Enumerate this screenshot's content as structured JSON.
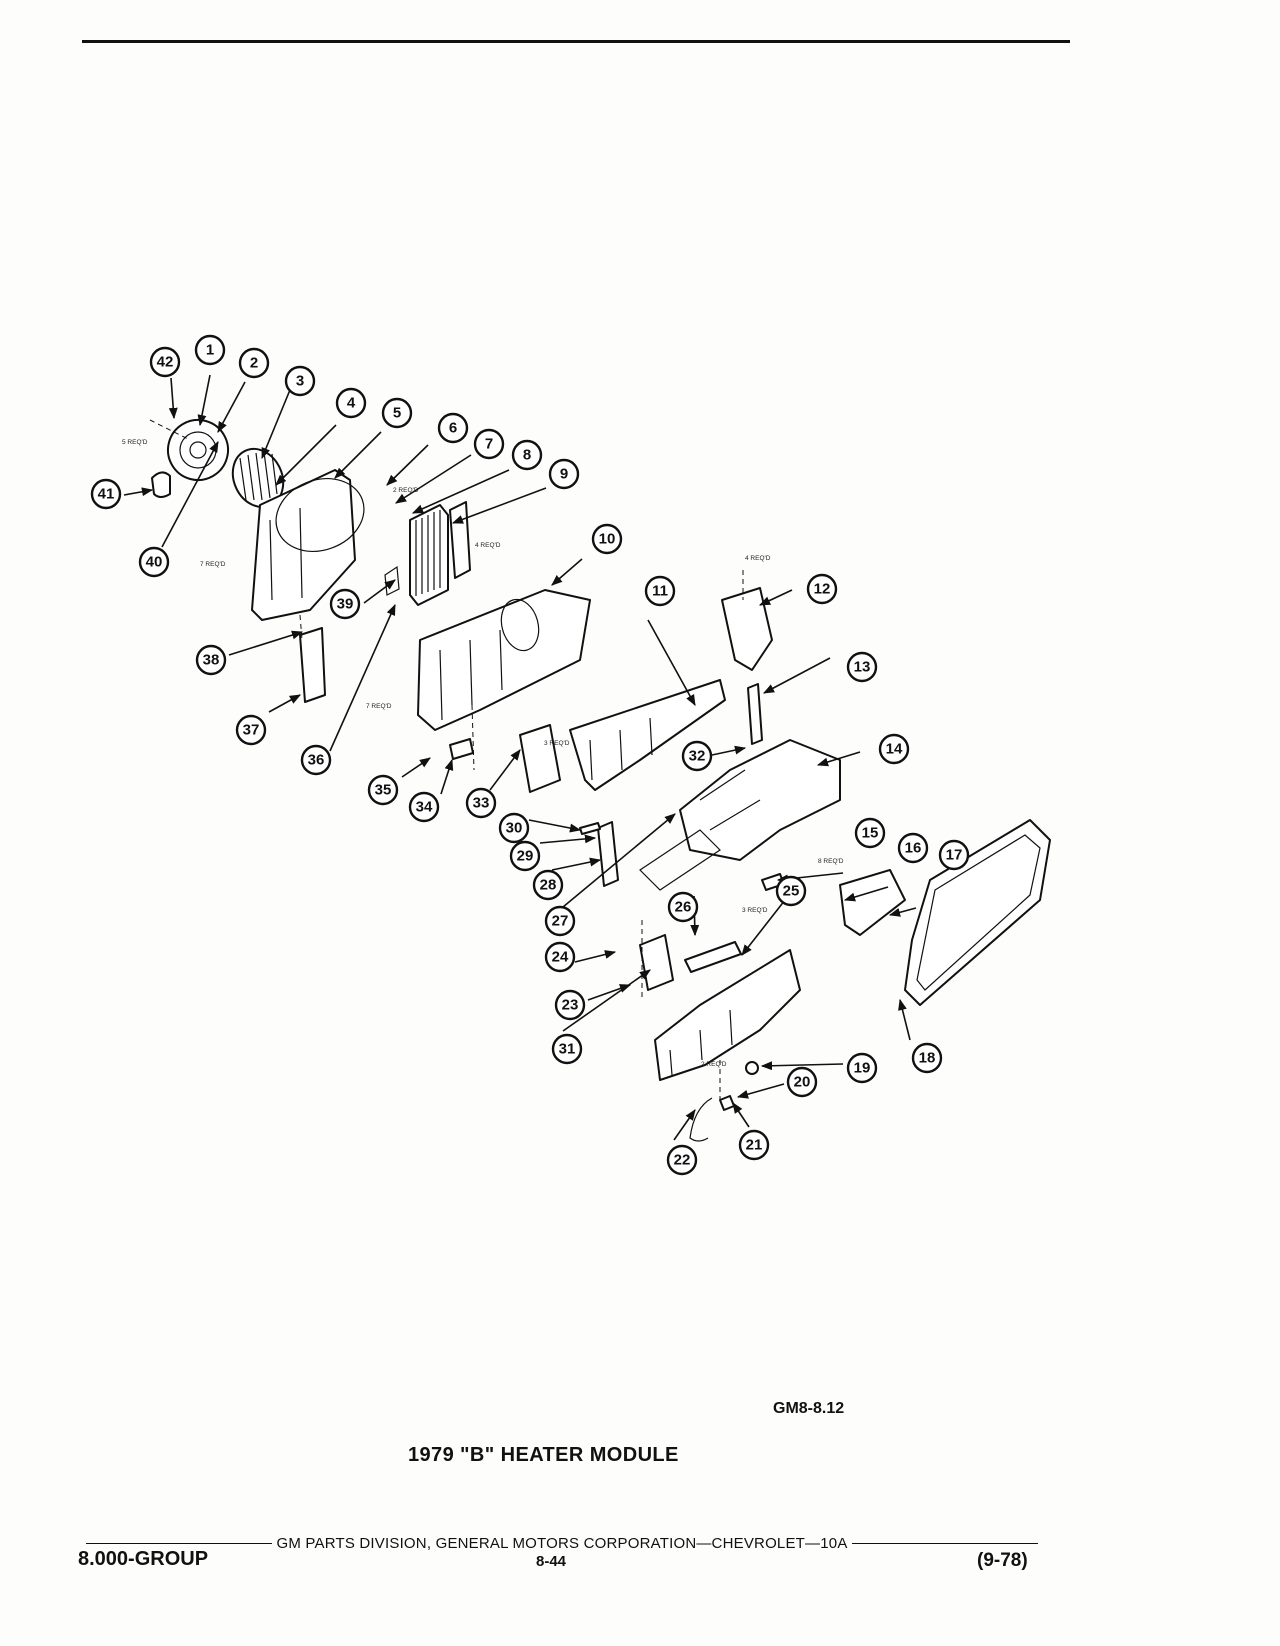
{
  "callouts": [
    {
      "id": "1",
      "label": "1"
    },
    {
      "id": "2",
      "label": "2"
    },
    {
      "id": "3",
      "label": "3"
    },
    {
      "id": "4",
      "label": "4"
    },
    {
      "id": "5",
      "label": "5"
    },
    {
      "id": "6",
      "label": "6"
    },
    {
      "id": "7",
      "label": "7"
    },
    {
      "id": "8",
      "label": "8"
    },
    {
      "id": "9",
      "label": "9"
    },
    {
      "id": "10",
      "label": "10"
    },
    {
      "id": "11",
      "label": "11"
    },
    {
      "id": "12",
      "label": "12"
    },
    {
      "id": "13",
      "label": "13"
    },
    {
      "id": "14",
      "label": "14"
    },
    {
      "id": "15",
      "label": "15"
    },
    {
      "id": "16",
      "label": "16"
    },
    {
      "id": "17",
      "label": "17"
    },
    {
      "id": "18",
      "label": "18"
    },
    {
      "id": "19",
      "label": "19"
    },
    {
      "id": "20",
      "label": "20"
    },
    {
      "id": "21",
      "label": "21"
    },
    {
      "id": "22",
      "label": "22"
    },
    {
      "id": "23",
      "label": "23"
    },
    {
      "id": "24",
      "label": "24"
    },
    {
      "id": "25",
      "label": "25"
    },
    {
      "id": "26",
      "label": "26"
    },
    {
      "id": "27",
      "label": "27"
    },
    {
      "id": "28",
      "label": "28"
    },
    {
      "id": "29",
      "label": "29"
    },
    {
      "id": "30",
      "label": "30"
    },
    {
      "id": "31",
      "label": "31"
    },
    {
      "id": "32",
      "label": "32"
    },
    {
      "id": "33",
      "label": "33"
    },
    {
      "id": "34",
      "label": "34"
    },
    {
      "id": "35",
      "label": "35"
    },
    {
      "id": "36",
      "label": "36"
    },
    {
      "id": "37",
      "label": "37"
    },
    {
      "id": "38",
      "label": "38"
    },
    {
      "id": "39",
      "label": "39"
    },
    {
      "id": "40",
      "label": "40"
    },
    {
      "id": "41",
      "label": "41"
    },
    {
      "id": "42",
      "label": "42"
    }
  ],
  "qty_notes": [
    "5 REQ'D",
    "2 REQ'D",
    "4 REQ'D",
    "7 REQ'D",
    "4 REQ'D",
    "7 REQ'D",
    "3 REQ'D",
    "8 REQ'D",
    "3 REQ'D",
    "2 REQ'D"
  ],
  "figure": {
    "code": "GM8-8.12",
    "title": "1979 \"B\" HEATER MODULE"
  },
  "footer": {
    "division": "GM PARTS DIVISION, GENERAL MOTORS CORPORATION—CHEVROLET—10A",
    "group": "8.000-GROUP",
    "page": "8-44",
    "date": "(9-78)"
  }
}
